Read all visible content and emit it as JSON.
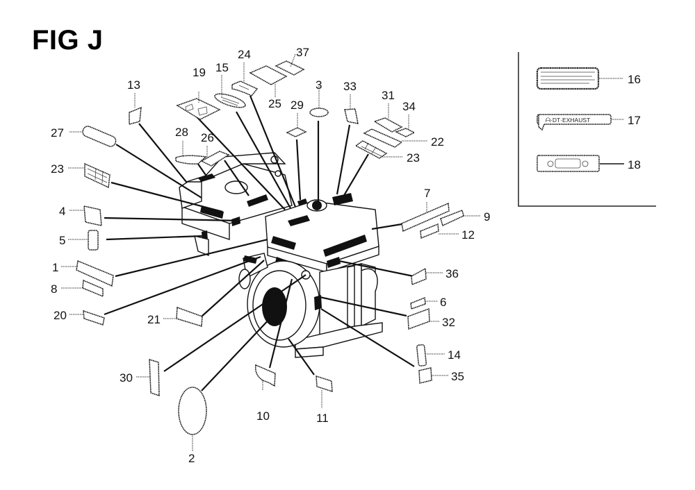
{
  "figure": {
    "title": "FIG J",
    "type": "exploded parts diagram - engine decal/label locations"
  },
  "callouts": [
    {
      "number": "1",
      "shape": "long-rect"
    },
    {
      "number": "2",
      "shape": "oval"
    },
    {
      "number": "3",
      "shape": "oval"
    },
    {
      "number": "4",
      "shape": "rect"
    },
    {
      "number": "5",
      "shape": "tall-rect"
    },
    {
      "number": "6",
      "shape": "small-rect"
    },
    {
      "number": "7",
      "shape": "long-rect"
    },
    {
      "number": "8",
      "shape": "rect"
    },
    {
      "number": "9",
      "shape": "long-rect"
    },
    {
      "number": "10",
      "shape": "curved-tag"
    },
    {
      "number": "11",
      "shape": "small-rect"
    },
    {
      "number": "12",
      "shape": "rect"
    },
    {
      "number": "13",
      "shape": "square"
    },
    {
      "number": "14",
      "shape": "tall-rect"
    },
    {
      "number": "15",
      "shape": "printed-oval-plate"
    },
    {
      "number": "16",
      "shape": "warning-label-text"
    },
    {
      "number": "17",
      "shape": "exhaust-label"
    },
    {
      "number": "18",
      "shape": "switch-label"
    },
    {
      "number": "19",
      "shape": "printed-plate"
    },
    {
      "number": "20",
      "shape": "small-rect"
    },
    {
      "number": "21",
      "shape": "rect"
    },
    {
      "number": "22",
      "shape": "long-rect"
    },
    {
      "number": "23",
      "shape": "printed-grid-label"
    },
    {
      "number": "24",
      "shape": "printed-curved-tag"
    },
    {
      "number": "25",
      "shape": "rect"
    },
    {
      "number": "26",
      "shape": "rect"
    },
    {
      "number": "27",
      "shape": "long-rounded"
    },
    {
      "number": "28",
      "shape": "curved-rect"
    },
    {
      "number": "29",
      "shape": "diamond-rect"
    },
    {
      "number": "30",
      "shape": "tall-rect"
    },
    {
      "number": "31",
      "shape": "rect"
    },
    {
      "number": "32",
      "shape": "rect"
    },
    {
      "number": "33",
      "shape": "square"
    },
    {
      "number": "34",
      "shape": "small-rect"
    },
    {
      "number": "35",
      "shape": "square"
    },
    {
      "number": "36",
      "shape": "small-rect"
    },
    {
      "number": "37",
      "shape": "rect"
    }
  ],
  "inset_labels": {
    "label_17_text": "ᗩ·DT·EXHAUST",
    "items": [
      "16",
      "17",
      "18"
    ]
  }
}
